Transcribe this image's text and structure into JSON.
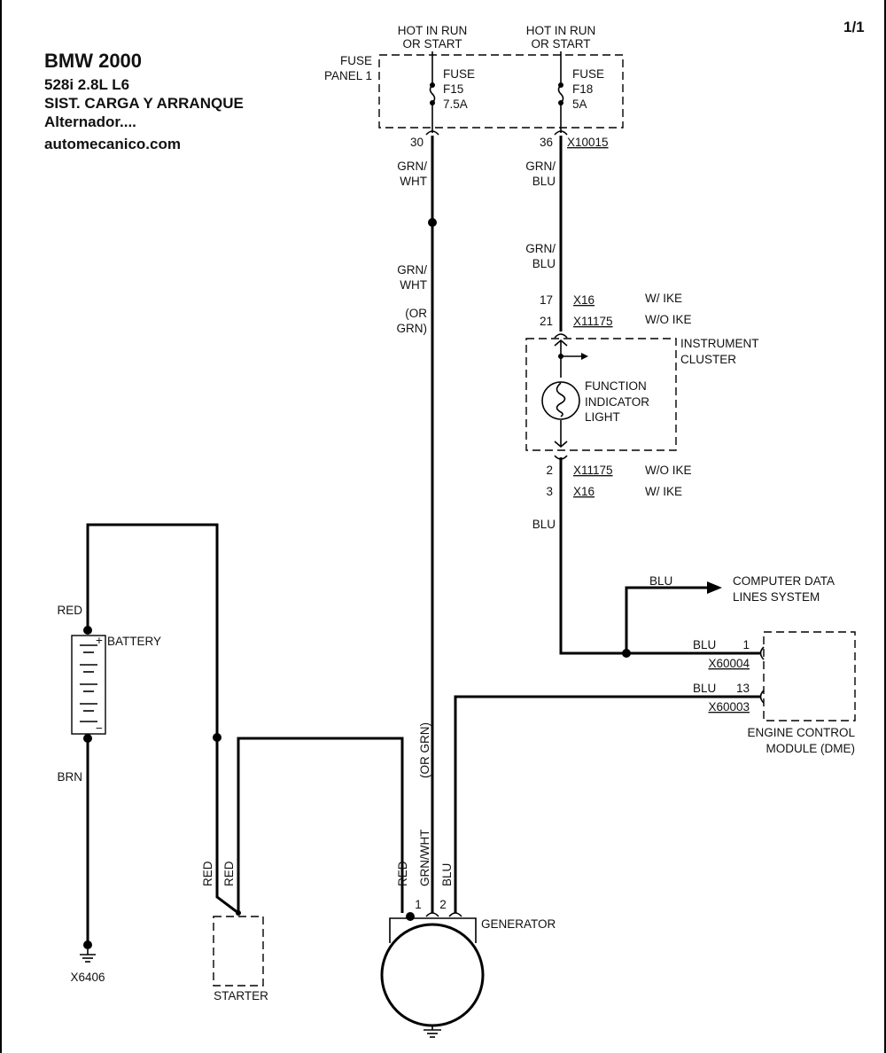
{
  "page_number": "1/1",
  "header": {
    "title": "BMW  2000",
    "line1": "528i  2.8L  L6",
    "line2": "SIST. CARGA Y ARRANQUE",
    "line3": "Alternador....",
    "line4": "automecanico.com"
  },
  "fuse_panel": {
    "label_1": "FUSE",
    "label_2": "PANEL 1",
    "hot_1a": "HOT IN RUN",
    "hot_1b": "OR START",
    "hot_2a": "HOT IN RUN",
    "hot_2b": "OR START",
    "fuse_1": {
      "l1": "FUSE",
      "l2": "F15",
      "l3": "7.5A",
      "pin": "30"
    },
    "fuse_2": {
      "l1": "FUSE",
      "l2": "F18",
      "l3": "5A",
      "pin": "36",
      "connector": "X10015"
    }
  },
  "wires": {
    "grn_wht_1a": "GRN/",
    "grn_wht_1b": "WHT",
    "grn_wht_2a": "GRN/",
    "grn_wht_2b": "WHT",
    "or_grn_a": "(OR",
    "or_grn_b": "GRN)",
    "grn_blu_1a": "GRN/",
    "grn_blu_1b": "BLU",
    "grn_blu_2a": "GRN/",
    "grn_blu_2b": "BLU",
    "blu_cluster_out": "BLU",
    "blu_cdl": "BLU",
    "blu_pin1": "BLU",
    "blu_pin13": "BLU",
    "red_batt": "RED",
    "brn_batt": "BRN",
    "red_starter_a": "RED",
    "red_starter_b": "RED",
    "red_gen": "RED",
    "grn_wht_gen": "GRN/WHT",
    "or_grn_gen": "(OR GRN)",
    "blu_gen": "BLU"
  },
  "cluster": {
    "pin_top_1": "17",
    "conn_top_1": "X16",
    "note_top_1": "W/ IKE",
    "pin_top_2": "21",
    "conn_top_2": "X11175",
    "note_top_2": "W/O IKE",
    "label_1": "INSTRUMENT",
    "label_2": "CLUSTER",
    "light_1": "FUNCTION",
    "light_2": "INDICATOR",
    "light_3": "LIGHT",
    "pin_bot_1": "2",
    "conn_bot_1": "X11175",
    "note_bot_1": "W/O IKE",
    "pin_bot_2": "3",
    "conn_bot_2": "X16",
    "note_bot_2": "W/ IKE"
  },
  "cdl": {
    "l1": "COMPUTER DATA",
    "l2": "LINES SYSTEM"
  },
  "ecm": {
    "pin_1": "1",
    "conn_1": "X60004",
    "pin_2": "13",
    "conn_2": "X60003",
    "l1": "ENGINE CONTROL",
    "l2": "MODULE (DME)"
  },
  "battery": {
    "label": "BATTERY",
    "plus": "+",
    "minus": "−"
  },
  "ground": {
    "label": "X6406"
  },
  "starter": {
    "label": "STARTER"
  },
  "generator": {
    "label": "GENERATOR",
    "pin_1": "1",
    "pin_2": "2"
  }
}
